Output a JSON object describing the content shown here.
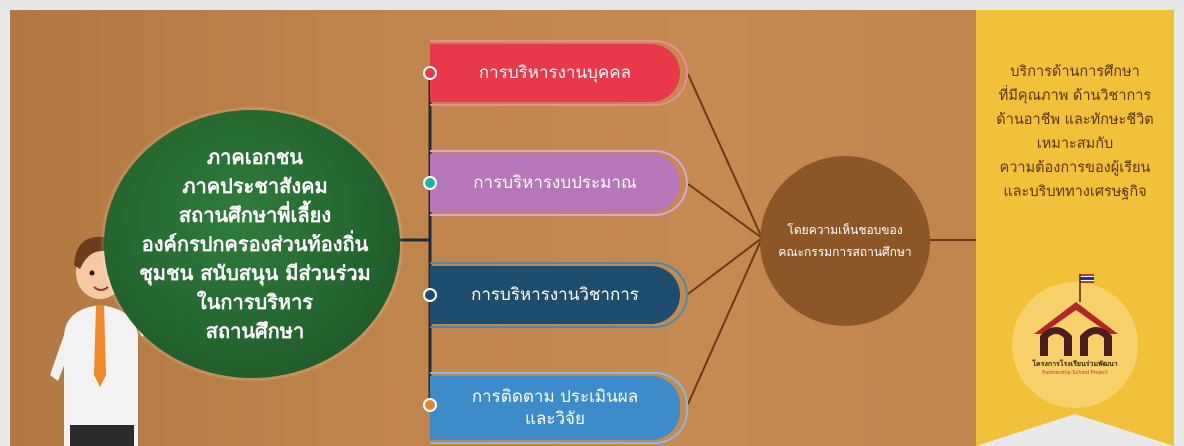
{
  "center_circle": {
    "lines": [
      "ภาคเอกชน",
      "ภาคประชาสังคม",
      "สถานศึกษาพี่เลี้ยง",
      "องค์กรปกครองส่วนท้องถิ่น",
      "ชุมชน สนับสนุน มีส่วนร่วม",
      "ในการบริหาร",
      "สถานศึกษา"
    ]
  },
  "tabs": [
    {
      "label": "การบริหารงานบุคคล",
      "color": "#e8384a"
    },
    {
      "label": "การบริหารงบประมาณ",
      "color": "#b577b9"
    },
    {
      "label": "การบริหารงานวิชาการ",
      "color": "#1e4d6d"
    },
    {
      "label": "การติดตาม ประเมินผล\nและวิจัย",
      "color": "#3e8bc9"
    }
  ],
  "committee": {
    "line1": "โดยความเห็นชอบของ",
    "line2": "คณะกรรมการสถานศึกษา"
  },
  "outcome": {
    "lines": [
      "บริการด้านการศึกษา",
      "ที่มีคุณภาพ ด้านวิชาการ",
      "ด้านอาชีพ และทักษะชีวิต",
      "เหมาะสมกับ",
      "ความต้องการของผู้เรียน",
      "และบริบททางเศรษฐกิจ"
    ]
  },
  "logo": {
    "title": "โครงการโรงเรียนร่วมพัฒนา",
    "subtitle": "Partnership School Project"
  }
}
